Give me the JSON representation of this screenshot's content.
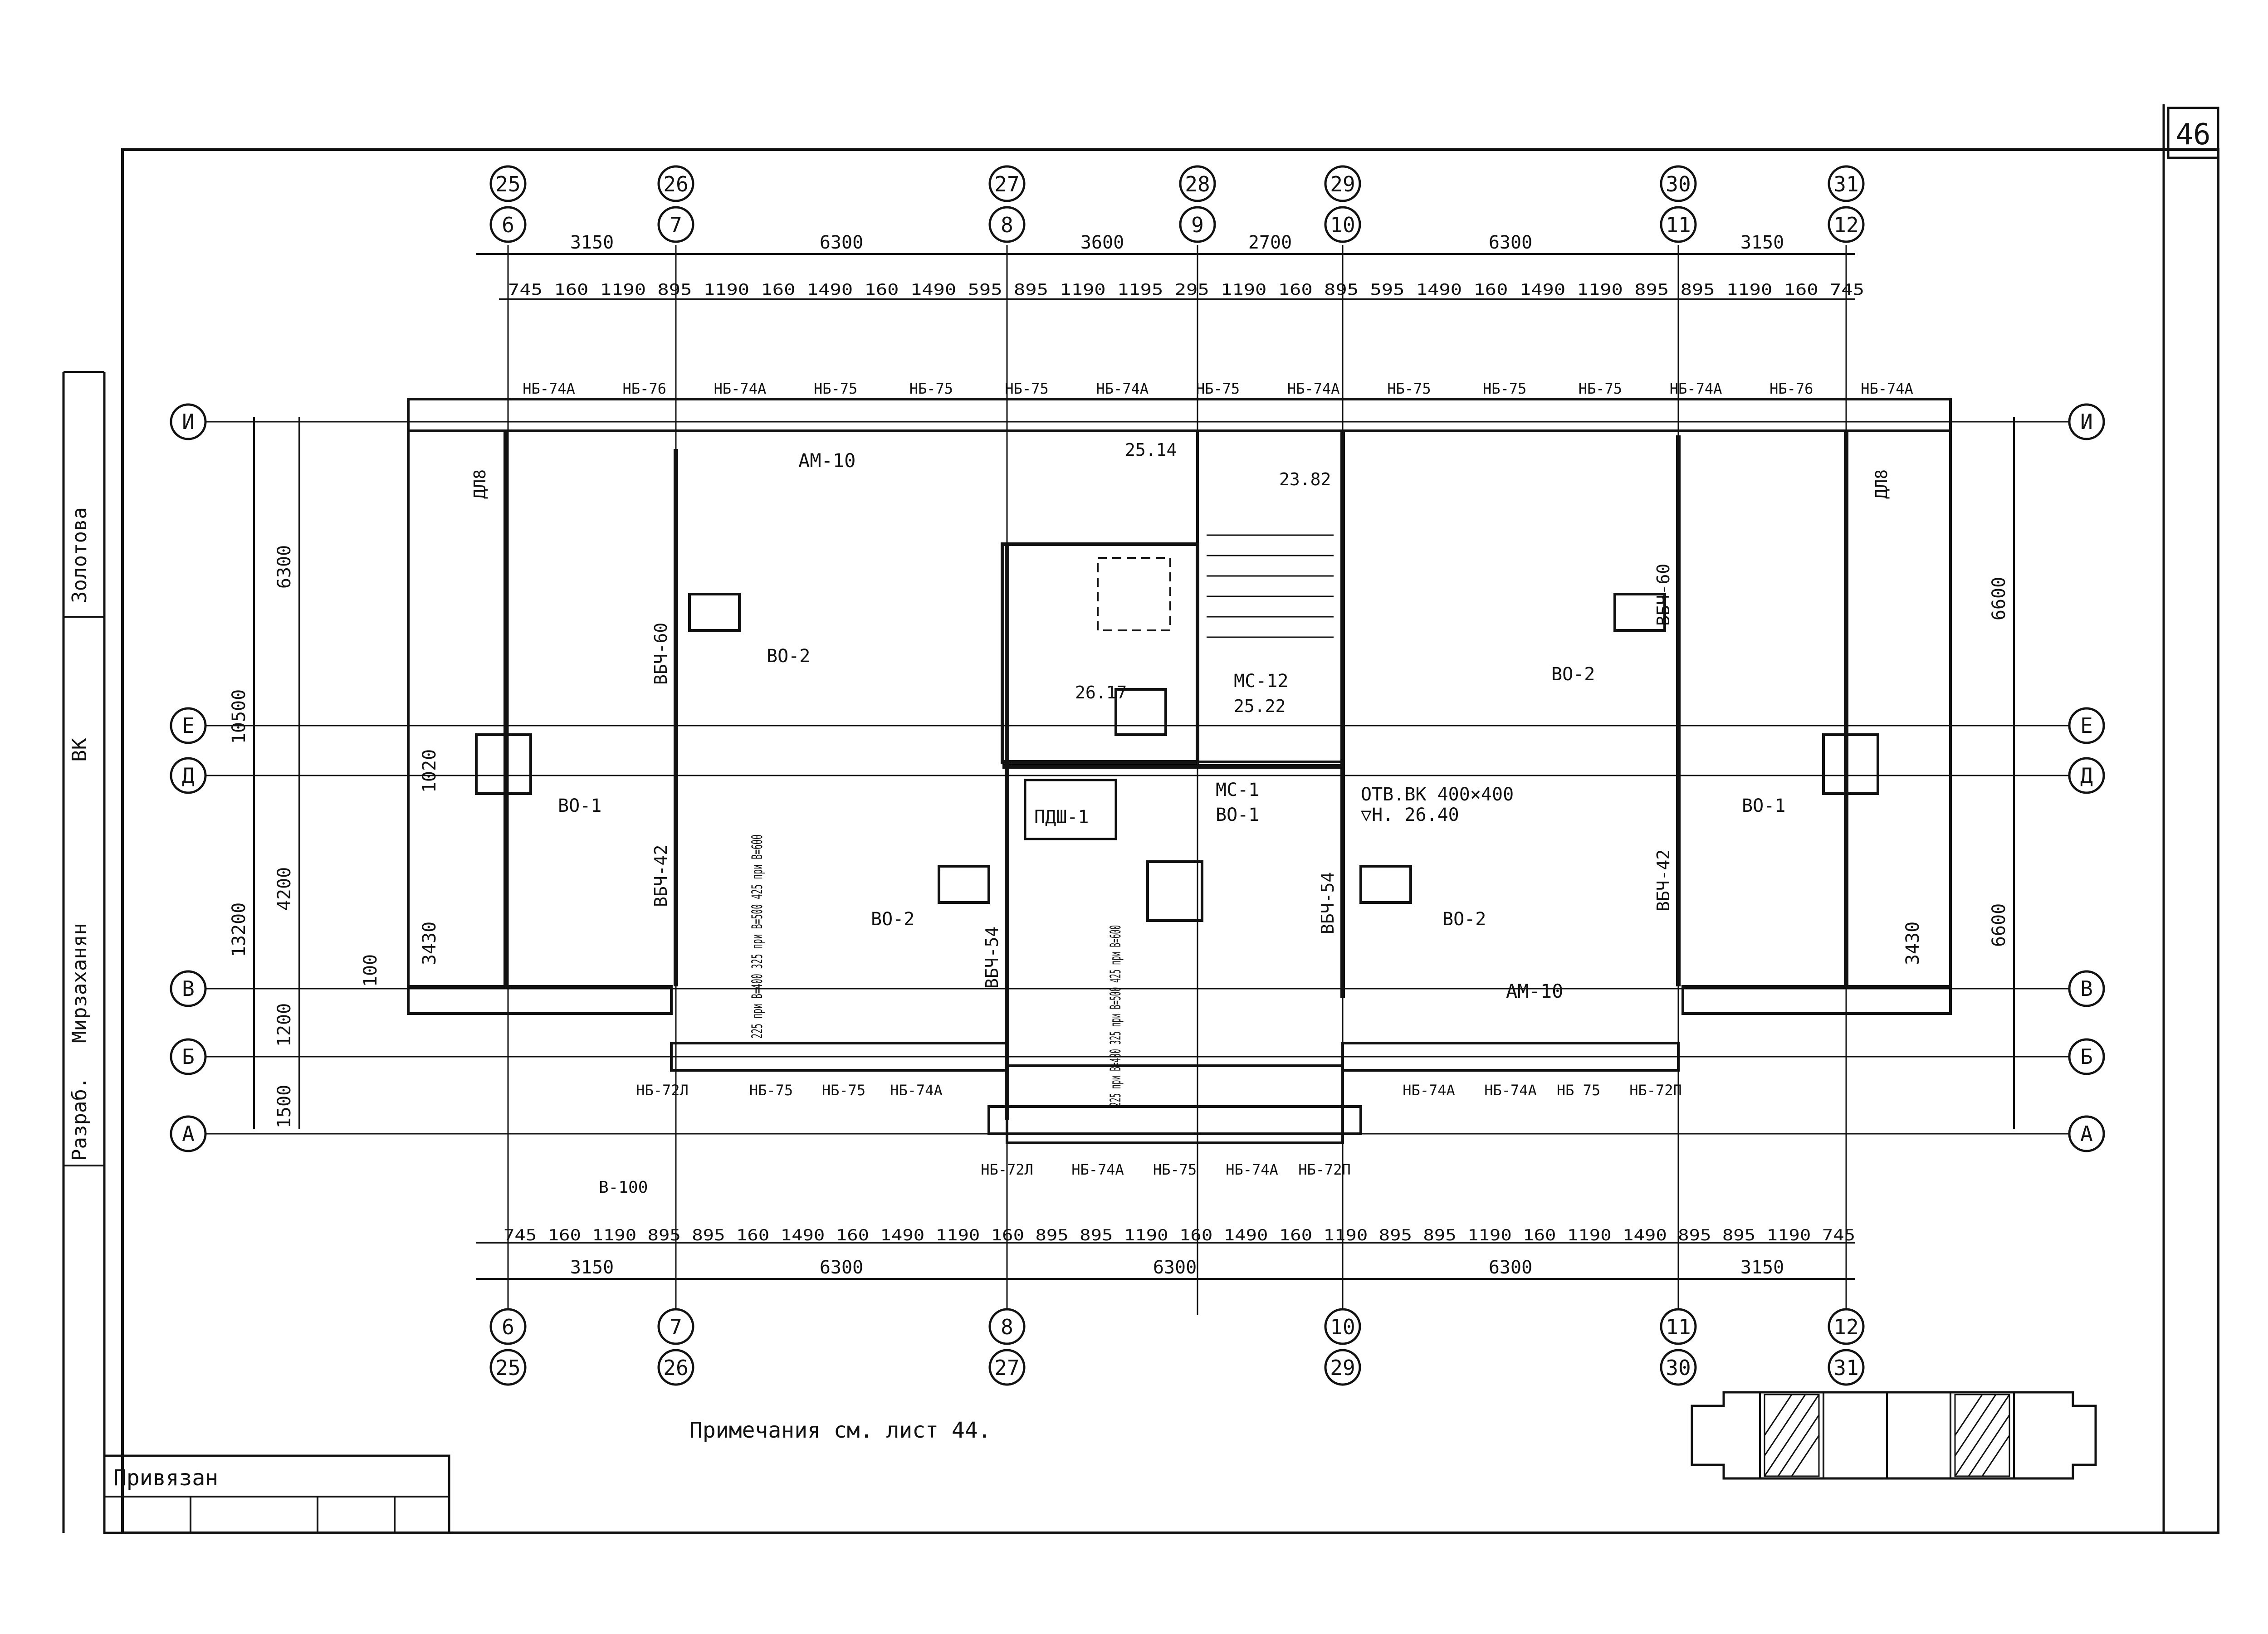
{
  "sheet_number": "46",
  "axes_top_upper": [
    "25",
    "26",
    "27",
    "28",
    "29",
    "30",
    "31"
  ],
  "axes_top_lower": [
    "6",
    "7",
    "8",
    "9",
    "10",
    "11",
    "12"
  ],
  "axes_bottom_upper": [
    "6",
    "7",
    "8",
    "10",
    "11",
    "12"
  ],
  "axes_bottom_lower": [
    "25",
    "26",
    "27",
    "29",
    "30",
    "31"
  ],
  "axes_rows": [
    "И",
    "Е",
    "Д",
    "В",
    "Б",
    "А"
  ],
  "dims_top_main": [
    "3150",
    "6300",
    "3600",
    "2700",
    "6300",
    "3150"
  ],
  "dims_top_detail": "745 160 1190  895  1190 160 1490 160 1490  595 895 1190  1195  295 1190 160 895 595  1490 160 1490  1190  895 895  1190 160 745",
  "dims_bottom_main": [
    "3150",
    "6300",
    "6300",
    "6300",
    "3150"
  ],
  "dims_bottom_detail": "745 160 1190 895  895 160 1490 160 1490  1190 160 895  895  1190 160 1490 160 1190 895  895  1190 160 1190  1490  895 895  1190  745",
  "dims_left": [
    "6300",
    "10500",
    "13200",
    "4200",
    "1500",
    "3430",
    "1200",
    "100",
    "1020"
  ],
  "dims_right": [
    "6600",
    "6600",
    "3430"
  ],
  "labels_top_beams": [
    "НБ-74А",
    "НБ-76",
    "НБ-74А",
    "НБ-75",
    "НБ-75",
    "НБ-75",
    "НБ-74А",
    "НБ-75",
    "НБ-74А",
    "НБ-75",
    "НБ-75",
    "НБ-75",
    "НБ-74А",
    "НБ-76",
    "НБ-74А"
  ],
  "labels_bottom_beams": [
    "НБ-72Л",
    "НБ-75",
    "НБ-75",
    "НБ-74А",
    "НБ-72Л",
    "НБ-74А",
    "НБ-75",
    "НБ-74А",
    "НБ-72П",
    "НБ-74А",
    "НБ-74А",
    "НБ 75",
    "НБ-72П"
  ],
  "labels_plan": {
    "am10_left": "АМ-10",
    "am10_right": "АМ-10",
    "vo2": "ВО-2",
    "vo1": "ВО-1",
    "vbch60": "ВБЧ-60",
    "vbch42": "ВБЧ-42",
    "vbch54": "ВБЧ-54",
    "ms12": "МС-12",
    "ms1": "МС-1",
    "pdsh1": "ПДШ-1",
    "otv": "ОТВ.ВК 400×400",
    "level_otv": "▽Н. 26.40",
    "lev1": "25.14",
    "lev2": "23.82",
    "lev3": "26.17",
    "lev4": "25.22",
    "dl8": "ДЛ8",
    "b100": "В-100",
    "note_sizes_left": "225 при В=400 325 при В=500 425 при В=600",
    "note_sizes_mid": "225 при В=400 325 при В=500 425 при В=600"
  },
  "notes": "Примечания см. лист 44.",
  "stamp": {
    "bound": "Привязан",
    "dev": "Разраб.",
    "author1": "Мирзаханян",
    "author2": "Золотова",
    "vk": "ВК"
  }
}
